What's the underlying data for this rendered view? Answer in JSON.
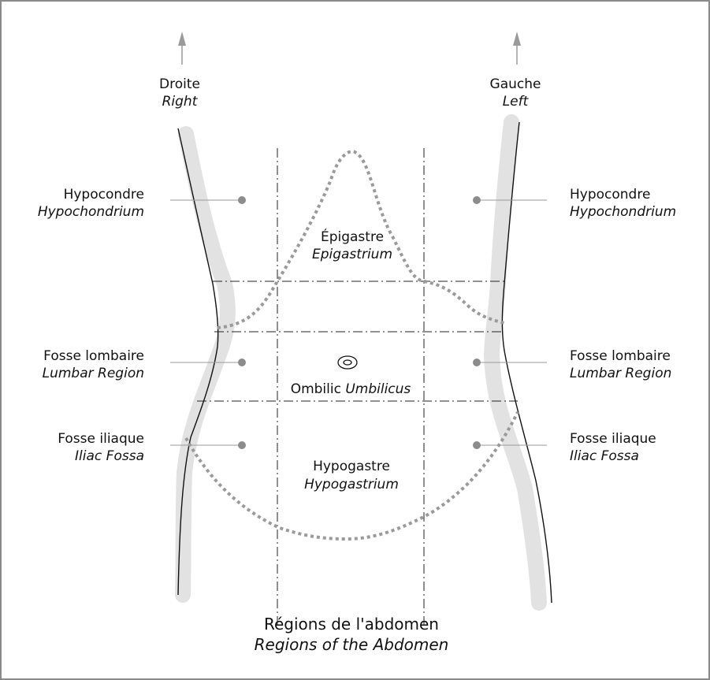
{
  "title": {
    "fr": "Régions de l'abdomen",
    "en": "Regions of the Abdomen"
  },
  "sides": {
    "right": {
      "fr": "Droite",
      "en": "Right"
    },
    "left": {
      "fr": "Gauche",
      "en": "Left"
    }
  },
  "regions": {
    "hypochondrium": {
      "fr": "Hypocondre",
      "en": "Hypochondrium"
    },
    "lumbar": {
      "fr": "Fosse lombaire",
      "en": "Lumbar Region"
    },
    "iliac": {
      "fr": "Fosse iliaque",
      "en": "Iliac Fossa"
    },
    "epigastrium": {
      "fr": "Épigastre",
      "en": "Epigastrium"
    },
    "umbilicus": {
      "fr": "Ombilic",
      "en": "Umbilicus"
    },
    "hypogastrium": {
      "fr": "Hypogastre",
      "en": "Hypogastrium"
    }
  },
  "colors": {
    "frame": "#8a8a8a",
    "body_band": "#e2e2e2",
    "dots": "#8c8c8c",
    "dotted_outline": "#9a9a9a"
  }
}
